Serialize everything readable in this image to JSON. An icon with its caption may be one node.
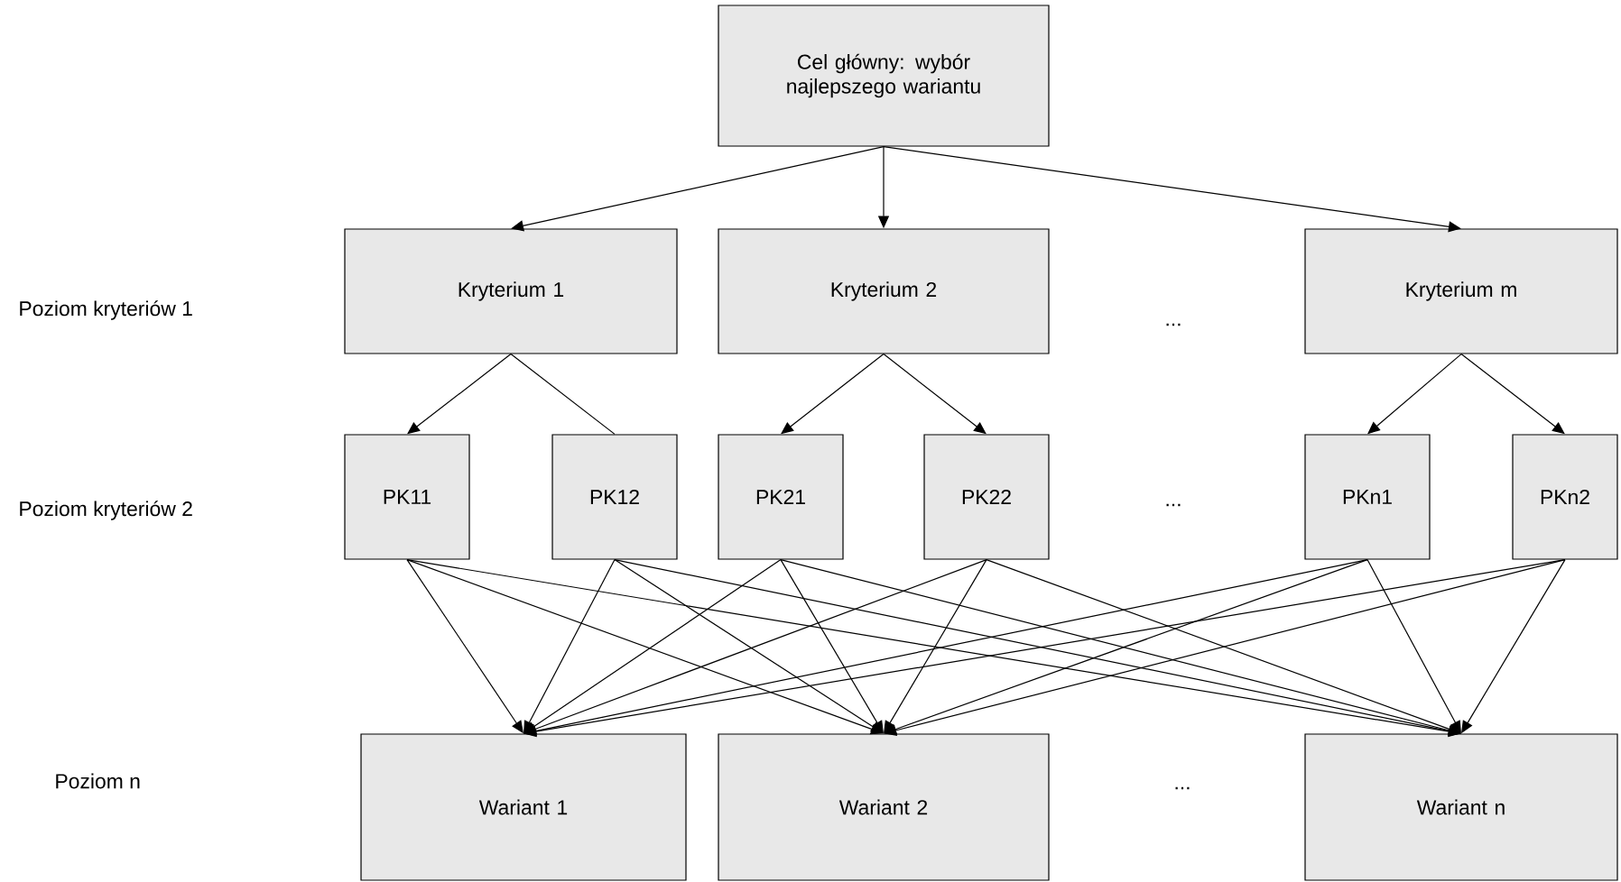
{
  "diagram": {
    "nodes": [
      {
        "text": [
          "Cel główny: wybór najlepszego wariantu"
        ]
      },
      {
        "text": [
          "Kryterium 1"
        ]
      },
      {
        "text": [
          "Kryterium 2"
        ]
      },
      {
        "text": [
          "Kryterium m"
        ]
      },
      {
        "text": [
          "PK11"
        ]
      },
      {
        "text": [
          "PK12"
        ]
      },
      {
        "text": [
          "PK21"
        ]
      },
      {
        "text": [
          "PK22"
        ]
      },
      {
        "text": [
          "PKn1"
        ]
      },
      {
        "text": [
          "PKn2"
        ]
      },
      {
        "text": [
          "Wariant 1"
        ]
      },
      {
        "text": [
          "Wariant 2"
        ]
      },
      {
        "text": [
          "Wariant n"
        ]
      }
    ],
    "edges": [
      {
        "from": 0,
        "to": 1,
        "arrow": "to"
      },
      {
        "from": 0,
        "to": 2,
        "arrow": "to"
      },
      {
        "from": 0,
        "to": 3,
        "arrow": "to"
      },
      {
        "from": 1,
        "to": 4,
        "arrow": "to"
      },
      {
        "from": 1,
        "to": 5,
        "arrow": "none"
      },
      {
        "from": 2,
        "to": 6,
        "arrow": "to"
      },
      {
        "from": 2,
        "to": 7,
        "arrow": "to"
      },
      {
        "from": 3,
        "to": 8,
        "arrow": "to"
      },
      {
        "from": 3,
        "to": 9,
        "arrow": "to"
      },
      {
        "from": 4,
        "to": 10,
        "arrow": "to"
      },
      {
        "from": 4,
        "to": 11,
        "arrow": "to"
      },
      {
        "from": 4,
        "to": 12,
        "arrow": "to"
      },
      {
        "from": 5,
        "to": 10,
        "arrow": "to"
      },
      {
        "from": 5,
        "to": 11,
        "arrow": "to"
      },
      {
        "from": 5,
        "to": 12,
        "arrow": "to"
      },
      {
        "from": 6,
        "to": 10,
        "arrow": "to"
      },
      {
        "from": 6,
        "to": 11,
        "arrow": "to"
      },
      {
        "from": 6,
        "to": 12,
        "arrow": "to"
      },
      {
        "from": 7,
        "to": 10,
        "arrow": "to"
      },
      {
        "from": 7,
        "to": 11,
        "arrow": "to"
      },
      {
        "from": 7,
        "to": 12,
        "arrow": "to"
      },
      {
        "from": 8,
        "to": 10,
        "arrow": "to"
      },
      {
        "from": 8,
        "to": 11,
        "arrow": "to"
      },
      {
        "from": 8,
        "to": 12,
        "arrow": "to"
      },
      {
        "from": 9,
        "to": 10,
        "arrow": "to"
      },
      {
        "from": 9,
        "to": 11,
        "arrow": "to"
      },
      {
        "from": 9,
        "to": 12,
        "arrow": "to"
      }
    ],
    "labels": [
      "Poziom kryteriów 1",
      "...",
      "Poziom kryteriów 2",
      "...",
      "Poziom n",
      "..."
    ]
  }
}
